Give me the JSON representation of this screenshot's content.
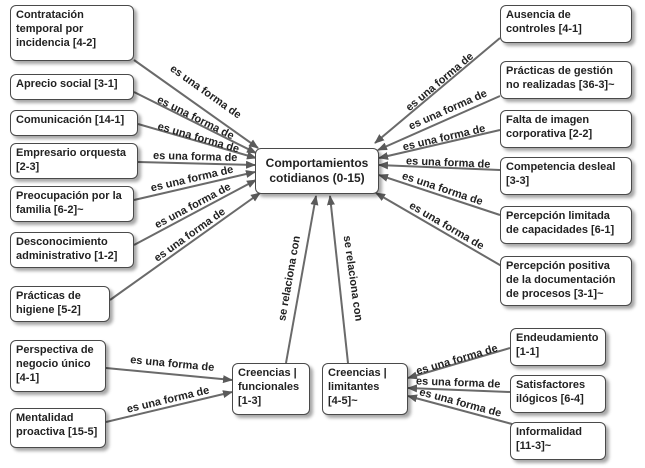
{
  "center": "Comportamientos\ncotidianos (0-15)",
  "left_concepts": [
    "Contratación\ntemporal por\nincidencia [4-2]",
    "Aprecio social [3-1]",
    "Comunicación [14-1]",
    "Empresario orquesta\n[2-3]",
    "Preocupación por la\nfamilia [6-2]~",
    "Desconocimiento\nadministrativo [1-2]",
    "Prácticas de\nhigiene [5-2]"
  ],
  "right_concepts": [
    "Ausencia de\ncontroles [4-1]",
    "Prácticas de gestión\nno realizadas [36-3]~",
    "Falta de imagen\ncorporativa [2-2]",
    "Competencia desleal\n[3-3]",
    "Percepción limitada\nde capacidades [6-1]",
    "Percepción positiva\nde la documentación\nde procesos [3-1]~"
  ],
  "beliefs": {
    "functional": "Creencias |\nfuncionales\n[1-3]",
    "limiting": "Creencias |\nlimitantes\n[4-5]~"
  },
  "functional_sources": [
    "Perspectiva de\nnegocio único\n[4-1]",
    "Mentalidad\nproactiva [15-5]"
  ],
  "limiting_sources": [
    "Endeudamiento\n[1-1]",
    "Satisfactores\nilógicos [6-4]",
    "Informalidad\n[11-3]~"
  ],
  "link_labels": {
    "form": "es una forma de",
    "relates": "se relaciona con"
  },
  "colors": {
    "line": "#6a6a6a",
    "border": "#4a4a4a"
  }
}
